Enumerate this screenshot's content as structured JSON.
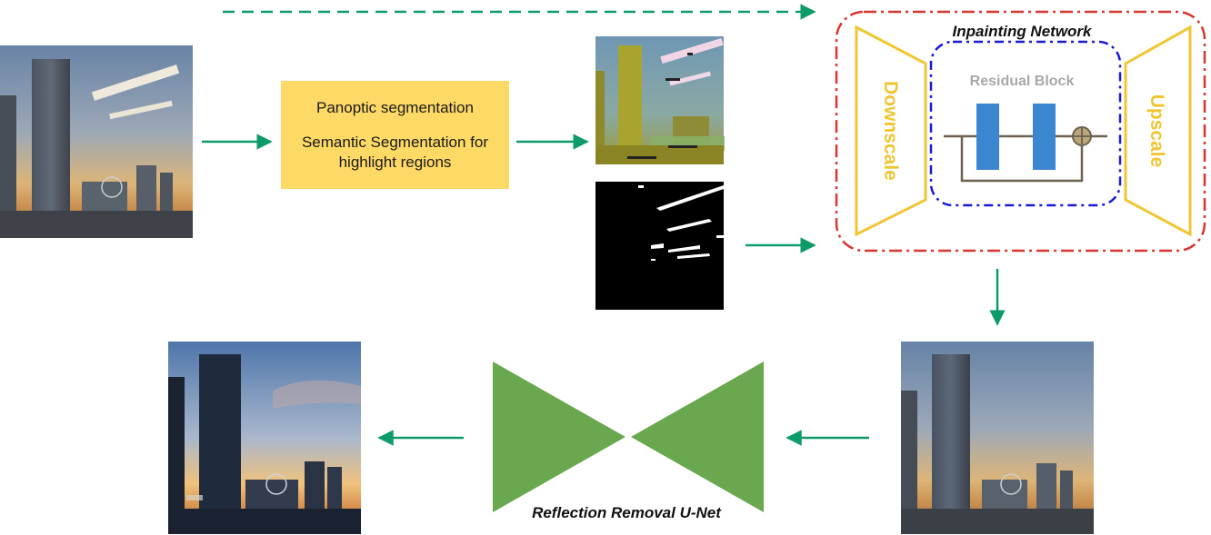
{
  "segmentation_box": {
    "line1": "Panoptic segmentation",
    "line2": "Semantic Segmentation for highlight regions"
  },
  "inpainting_network": {
    "title": "Inpainting Network",
    "downscale_label": "Downscale",
    "upscale_label": "Upscale",
    "residual_block_label": "Residual Block"
  },
  "unet": {
    "label": "Reflection Removal U-Net"
  },
  "colors": {
    "arrow_green": "#0e9b6a",
    "seg_box_fill": "#fdd966",
    "network_border_red": "#d9352f",
    "residual_border_blue": "#1a1ad6",
    "trapezoid_yellow": "#f0c632",
    "conv_block_blue": "#3a86d0",
    "unet_green": "#6aa84f",
    "residual_text_gray": "#a8a8a8"
  },
  "icons": {
    "input_image": "photo-with-reflection",
    "segmentation_overlay": "segmentation-overlay-image",
    "highlight_mask": "binary-highlight-mask",
    "inpainted_image": "inpainted-photo",
    "output_image": "clean-output-photo",
    "sum_node": "circle-plus-icon"
  }
}
